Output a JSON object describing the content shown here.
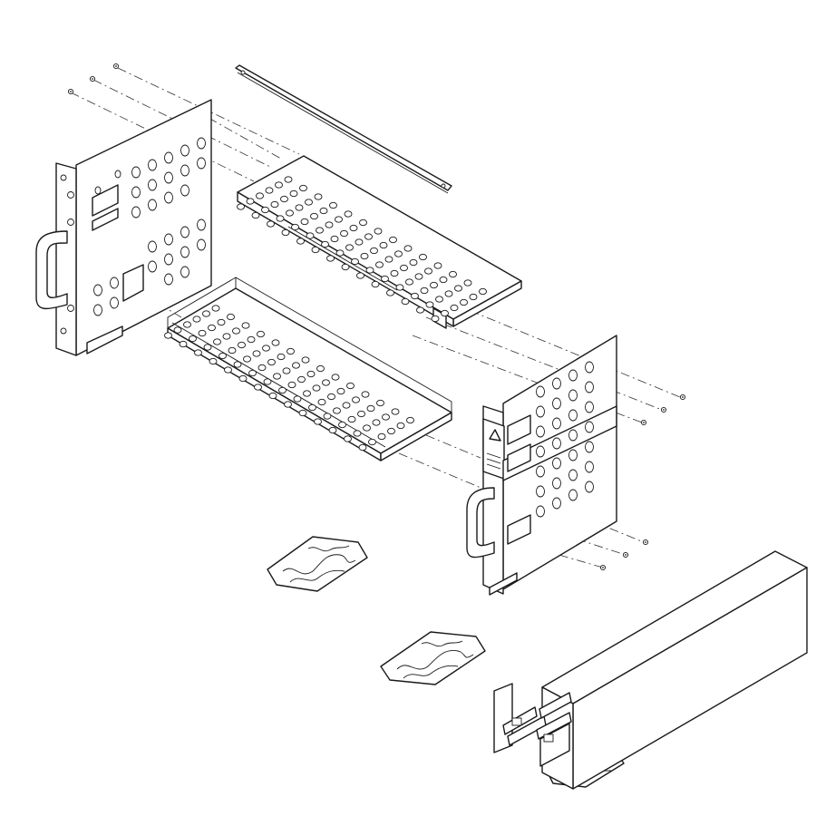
{
  "diagram": {
    "kind": "exploded-assembly-line-drawing",
    "colors": {
      "line": "#1a1a1a",
      "background": "#ffffff",
      "centerline": "#333333"
    },
    "parts": [
      {
        "id": "left-side-panel",
        "icon": "panel-with-handle"
      },
      {
        "id": "right-side-panel",
        "icon": "panel-with-handle-and-label"
      },
      {
        "id": "top-perforated-tray",
        "icon": "perforated-tray"
      },
      {
        "id": "bottom-perforated-tray",
        "icon": "perforated-tray"
      },
      {
        "id": "rear-strip-bar",
        "icon": "flat-bar"
      },
      {
        "id": "rail-slide-box",
        "icon": "rail-slide-kit"
      },
      {
        "id": "hardware-bag-1",
        "icon": "parts-bag"
      },
      {
        "id": "hardware-bag-2",
        "icon": "parts-bag"
      },
      {
        "id": "hardware-bag-3",
        "icon": "parts-bag"
      },
      {
        "id": "screws",
        "icon": "screw"
      }
    ]
  }
}
